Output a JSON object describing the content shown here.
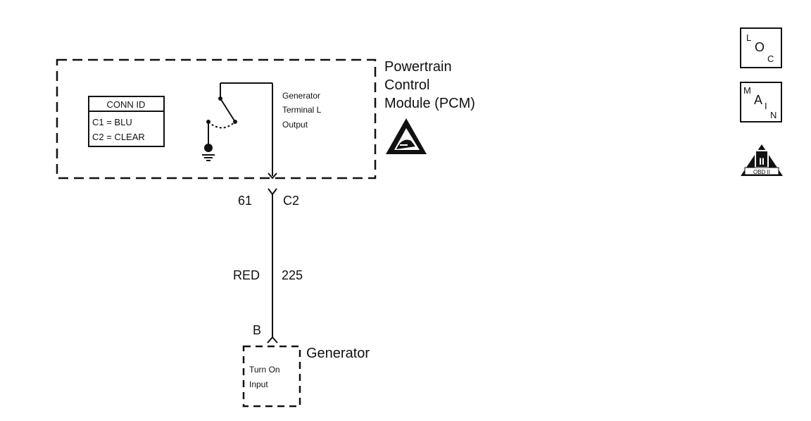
{
  "pcm": {
    "name_line1": "Powertrain",
    "name_line2": "Control",
    "name_line3": "Module (PCM)",
    "conn_id": {
      "title": "CONN ID",
      "c1": "C1 = BLU",
      "c2": "C2 = CLEAR"
    },
    "output_label_line1": "Generator",
    "output_label_line2": "Terminal L",
    "output_label_line3": "Output"
  },
  "connector": {
    "pin": "61",
    "id": "C2"
  },
  "wire": {
    "color": "RED",
    "circuit": "225"
  },
  "generator": {
    "terminal": "B",
    "name": "Generator",
    "input_line1": "Turn On",
    "input_line2": "Input"
  },
  "badges": {
    "loc": {
      "l": "L",
      "o": "O",
      "c": "C"
    },
    "main": {
      "m": "M",
      "a": "A",
      "i": "I",
      "n": "N"
    },
    "obd": {
      "numeral": "II",
      "label": "OBD II"
    }
  }
}
